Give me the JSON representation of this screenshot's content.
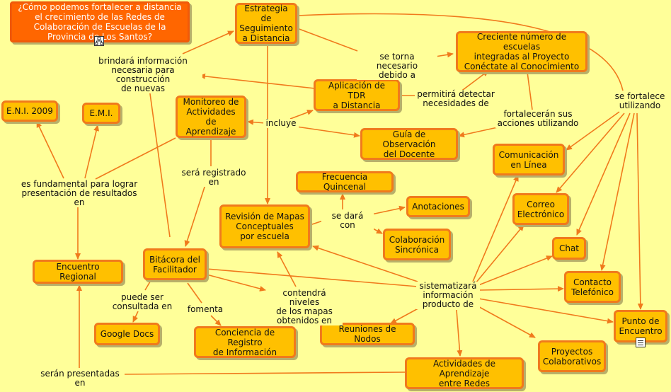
{
  "colors": {
    "background": "#ffff99",
    "node_fill": "#ffc000",
    "node_border": "#f07a1c",
    "root_fill": "#ff6600",
    "link": "#f07a1c"
  },
  "nodes": {
    "root": "¿Cómo podemos fortalecer a distancia el crecimiento de las Redes de Colaboración de Escuelas de la Provincia de Los Santos?",
    "estrategia": "Estrategia de\nSeguimiento\na Distancia",
    "creciente": "Creciente número de escuelas\nintegradas al Proyecto\nConéctate al Conocimiento",
    "eni": "E.N.I. 2009",
    "emi": "E.M.I.",
    "monitoreo": "Monitoreo de\nActividades\nde Aprendizaje",
    "aplicacion": "Aplicación de TDR\na Distancia",
    "guia": "Guía de Observación\ndel Docente",
    "comunicacion": "Comunicación\nen Línea",
    "frecuencia": "Frecuencia Quincenal",
    "anotaciones": "Anotaciones",
    "correo": "Correo\nElectrónico",
    "revision": "Revisión de Mapas\nConceptuales\npor escuela",
    "colaboracion": "Colaboración\nSincrónica",
    "chat": "Chat",
    "encuentro_regional": "Encuentro Regional",
    "bitacora": "Bitácora del\nFacilitador",
    "contacto": "Contacto\nTelefónico",
    "punto": "Punto de\nEncuentro",
    "google": "Google Docs",
    "conciencia": "Conciencia de Registro\nde Información",
    "reuniones": "Reuniones de Nodos",
    "proyectos": "Proyectos\nColaborativos",
    "actividades": "Actividades de Aprendizaje\nentre Redes"
  },
  "labels": {
    "brindara": "brindará información\nnecesaria para construcción\nde nuevas",
    "torna": "se torna necesario\ndebido a",
    "permitira": "permitirá detectar\nnecesidades de",
    "fortalece": "se fortalece\nutilizando",
    "fortaleceran": "fortalecerán sus\nacciones utilizando",
    "incluye": "incluye",
    "fundamental": "es fundamental para lograr\npresentación de resultados en",
    "registrado": "será registrado en",
    "dara": "se dará con",
    "sistematizara": "sistematizará\ninformación\nproducto de",
    "contendra": "contendrá niveles\nde los mapas\nobtenidos en",
    "consultada": "puede ser\nconsultada en",
    "fomenta": "fomenta",
    "presentadas": "serán presentadas en"
  },
  "icons": [
    "concept-map-icon",
    "document-icon"
  ]
}
